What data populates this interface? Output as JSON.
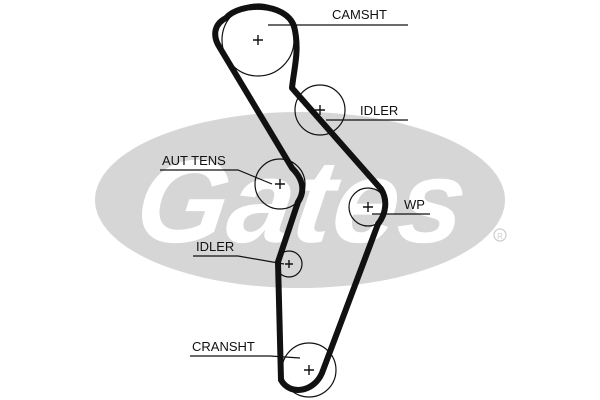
{
  "watermark": {
    "brand": "Gates",
    "registered": "®",
    "color": "#d6d6d6"
  },
  "belt": {
    "color": "#111111"
  },
  "components": [
    {
      "id": "camsht",
      "label": "CAMSHT"
    },
    {
      "id": "idler_upper",
      "label": "IDLER"
    },
    {
      "id": "aut_tens",
      "label": "AUT TENS"
    },
    {
      "id": "wp",
      "label": "WP"
    },
    {
      "id": "idler_lower",
      "label": "IDLER"
    },
    {
      "id": "cransht",
      "label": "CRANSHT"
    }
  ]
}
